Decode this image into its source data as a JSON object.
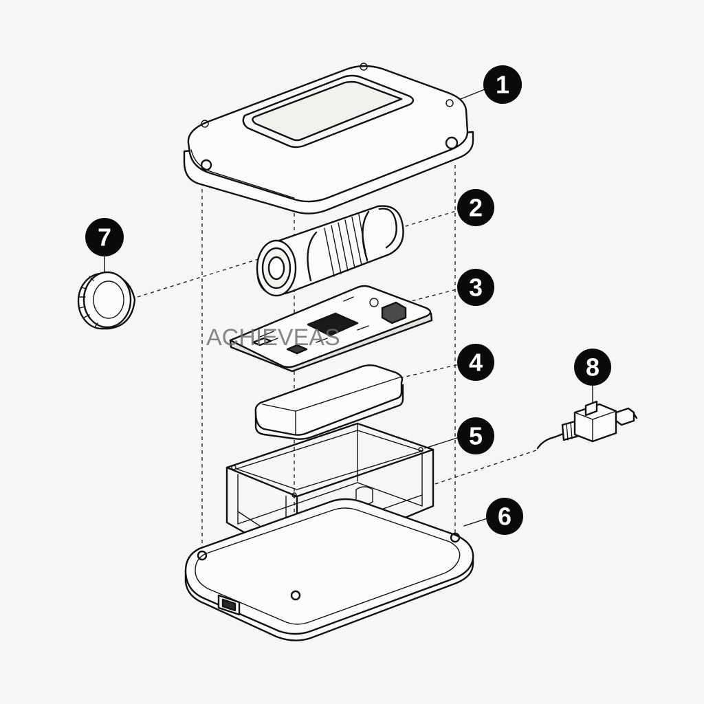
{
  "callouts": [
    {
      "id": "1",
      "label": "1"
    },
    {
      "id": "2",
      "label": "2"
    },
    {
      "id": "3",
      "label": "3"
    },
    {
      "id": "4",
      "label": "4"
    },
    {
      "id": "5",
      "label": "5"
    },
    {
      "id": "6",
      "label": "6"
    },
    {
      "id": "7",
      "label": "7"
    },
    {
      "id": "8",
      "label": "8"
    }
  ],
  "watermark": "ACHIEVEAS",
  "colors": {
    "line": "#111111",
    "badge": "#0a0a0a",
    "background": "#f6f6f4",
    "window": "#f1f1ee"
  }
}
